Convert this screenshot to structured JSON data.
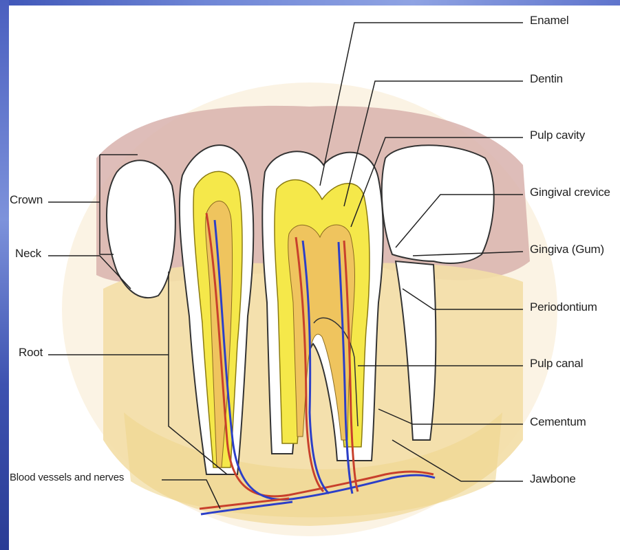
{
  "labels": {
    "enamel": "Enamel",
    "dentin": "Dentin",
    "pulp_cavity": "Pulp cavity",
    "gingival_crevice": "Gingival crevice",
    "gingiva": "Gingiva (Gum)",
    "periodontium": "Periodontium",
    "pulp_canal": "Pulp canal",
    "cementum": "Cementum",
    "jawbone": "Jawbone",
    "crown": "Crown",
    "neck": "Neck",
    "root": "Root",
    "blood_vessels": "Blood vessels and nerves"
  },
  "colors": {
    "frame": "#4a5fbf",
    "gum": "#c9a3a3",
    "bone": "#f3dea6",
    "dentin": "#f5e84a",
    "pulp": "#efc45e",
    "artery": "#c8402c",
    "vein": "#2c3fc8"
  }
}
